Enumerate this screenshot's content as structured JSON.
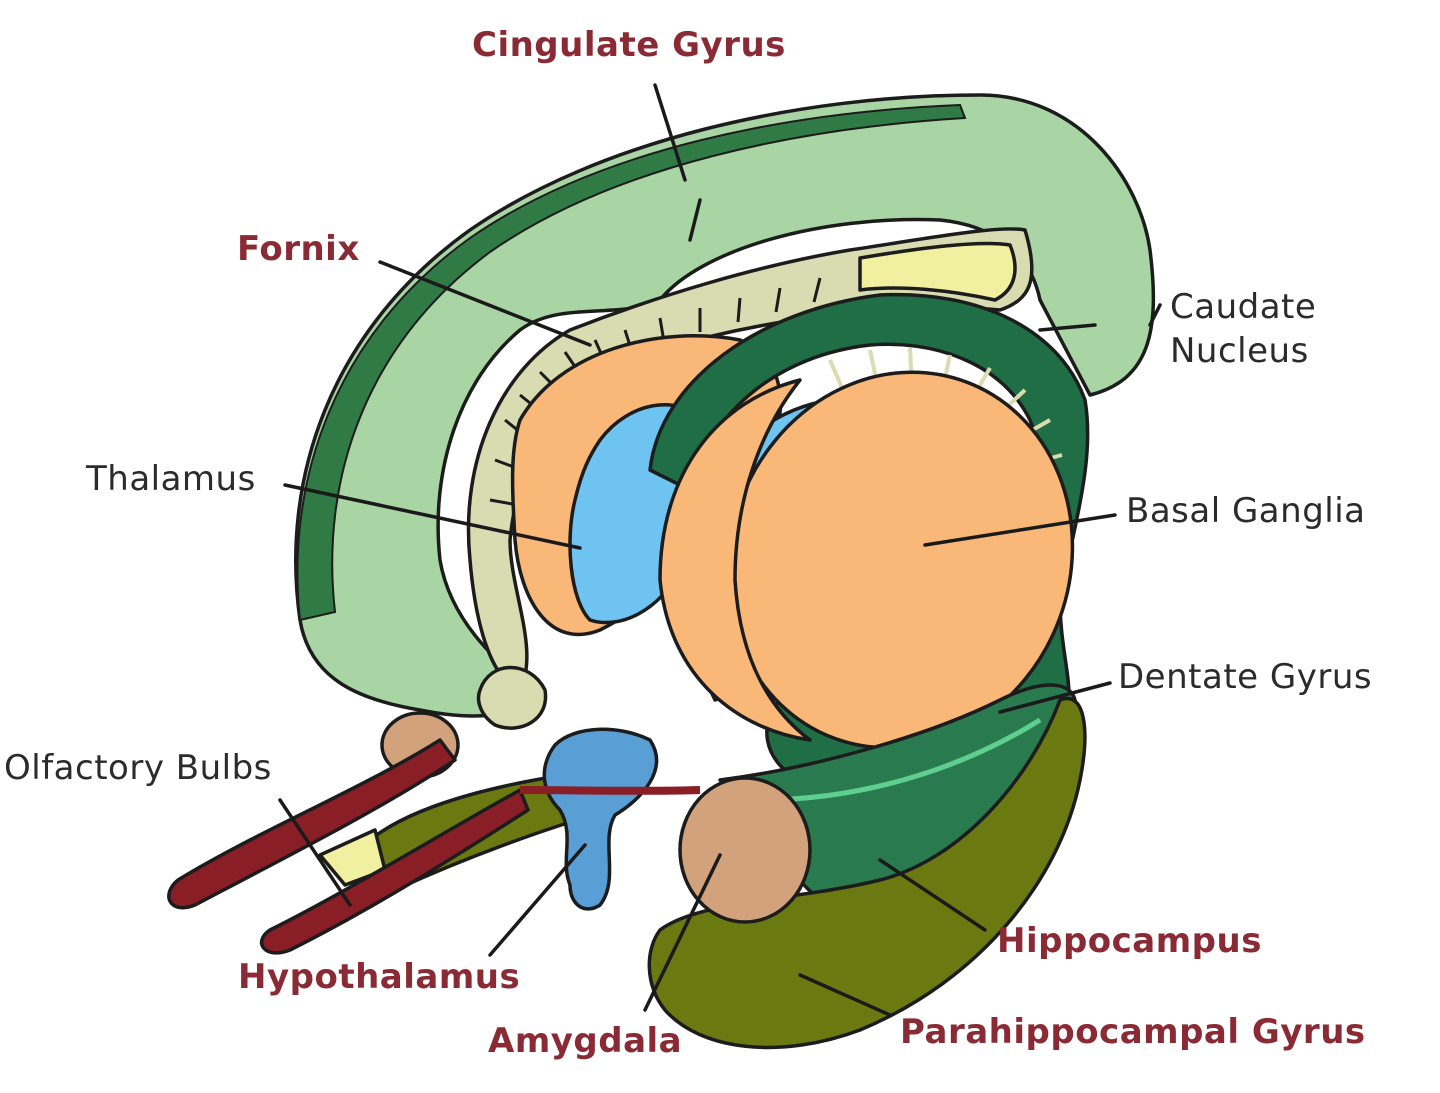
{
  "labels": {
    "cingulate_gyrus": "Cingulate Gyrus",
    "fornix": "Fornix",
    "caudate_nucleus_line1": "Caudate",
    "caudate_nucleus_line2": "Nucleus",
    "thalamus": "Thalamus",
    "basal_ganglia": "Basal Ganglia",
    "dentate_gyrus": "Dentate Gyrus",
    "olfactory_bulbs": "Olfactory Bulbs",
    "hippocampus": "Hippocampus",
    "hypothalamus": "Hypothalamus",
    "parahippocampal_gyrus": "Parahippocampal Gyrus",
    "amygdala": "Amygdala"
  },
  "colors": {
    "cingulate": "#a8d5a3",
    "cingulate_band": "#2f7a45",
    "fornix": "#d9dcb0",
    "thalamus": "#f9b878",
    "basal_ganglia": "#f9b878",
    "caudate": "#1f6e45",
    "ventricle": "#6ec3f0",
    "hypothalamus": "#5a9ed6",
    "amygdala": "#d1a27c",
    "hippocampus": "#2a7a50",
    "parahippocampal": "#6b7a10",
    "olfactory": "#8a1e26",
    "yellow": "#f0f0a0",
    "red_label": "#8a2a35",
    "dark_label": "#2b2b2b"
  }
}
